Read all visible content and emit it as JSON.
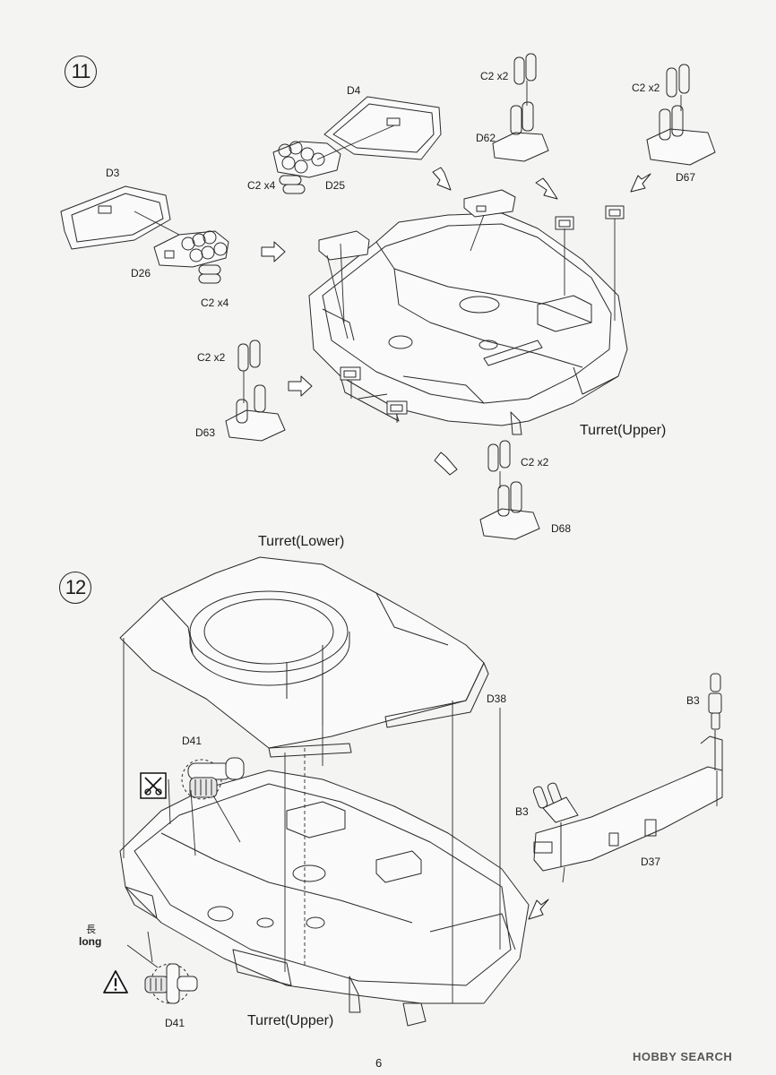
{
  "page": {
    "number": "6",
    "watermark": "HOBBY SEARCH"
  },
  "step11": {
    "number": "11",
    "labels": {
      "d3": "D3",
      "d4": "D4",
      "d25": "D25",
      "d26": "D26",
      "d62": "D62",
      "d63": "D63",
      "d67": "D67",
      "d68": "D68",
      "c2x4_a": "C2 x4",
      "c2x4_b": "C2 x4",
      "c2x2_a": "C2 x2",
      "c2x2_b": "C2 x2",
      "c2x2_c": "C2 x2",
      "c2x2_d": "C2 x2",
      "turret_upper": "Turret(Upper)"
    }
  },
  "step12": {
    "number": "12",
    "labels": {
      "turret_lower": "Turret(Lower)",
      "turret_upper": "Turret(Upper)",
      "d38": "D38",
      "d41_top": "D41",
      "d41_bottom": "D41",
      "b3_top": "B3",
      "b3_mid": "B3",
      "d37": "D37",
      "long_kanji": "長",
      "long": "long"
    }
  },
  "icons": {
    "warning": "warning-triangle-icon",
    "no_cut": "no-cut-icon",
    "arrow": "assembly-arrow-icon"
  }
}
